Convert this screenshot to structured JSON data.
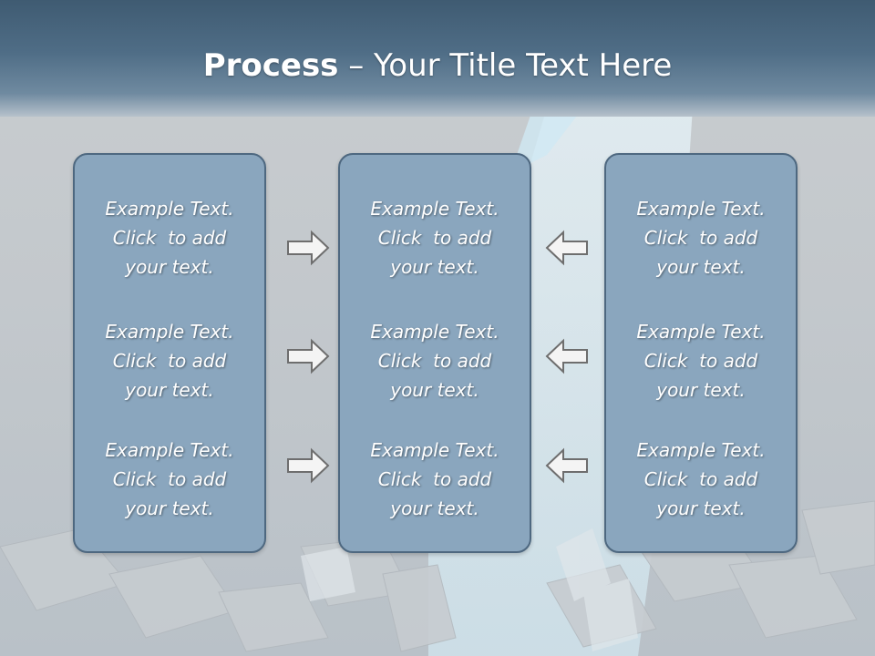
{
  "slide": {
    "title_strong": "Process",
    "title_rest": " – Your Title Text Here"
  },
  "columns": [
    {
      "blocks": [
        {
          "line1": "Example Text.",
          "line2": "Click  to add",
          "line3": "your text."
        },
        {
          "line1": "Example Text.",
          "line2": "Click  to add",
          "line3": "your text."
        },
        {
          "line1": "Example Text.",
          "line2": "Click  to add",
          "line3": "your text."
        }
      ]
    },
    {
      "blocks": [
        {
          "line1": "Example Text.",
          "line2": "Click  to add",
          "line3": "your text."
        },
        {
          "line1": "Example Text.",
          "line2": "Click  to add",
          "line3": "your text."
        },
        {
          "line1": "Example Text.",
          "line2": "Click  to add",
          "line3": "your text."
        }
      ]
    },
    {
      "blocks": [
        {
          "line1": "Example Text.",
          "line2": "Click  to add",
          "line3": "your text."
        },
        {
          "line1": "Example Text.",
          "line2": "Click  to add",
          "line3": "your text."
        },
        {
          "line1": "Example Text.",
          "line2": "Click  to add",
          "line3": "your text."
        }
      ]
    }
  ],
  "arrows": {
    "left_group": "right-arrow-icon",
    "right_group": "left-arrow-icon"
  },
  "colors": {
    "header": "#4f6d86",
    "panel_fill": "#8aa6be",
    "panel_border": "#4e6880",
    "arrow_fill": "#f4f4f4",
    "arrow_stroke": "#6e6e6e"
  }
}
